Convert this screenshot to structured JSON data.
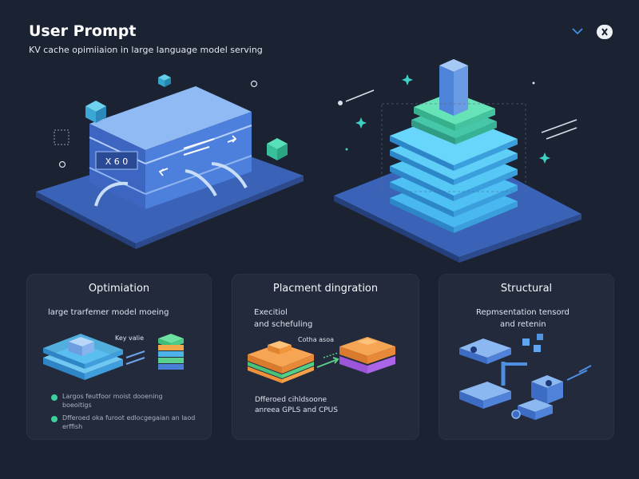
{
  "header": {
    "title": "User Prompt",
    "subtitle": "KV cache opimiiaion in large language model serving"
  },
  "hero": {
    "server_label": "X 6 0"
  },
  "cards": [
    {
      "title": "Optimiation",
      "description": "large trarfemer model moeing",
      "annotation": "Key valie",
      "bullets": [
        "Largos feutfoor moist dooening boeoitigs",
        "Dfferoed oka furoot edlocgegaian an laod erffish"
      ]
    },
    {
      "title": "Placment dingration",
      "description_lines": [
        "Execitiol",
        "and schefuling"
      ],
      "annotation": "Cotha asoa",
      "footer_lines": [
        "Dfferoed cihldsoone",
        "anreea GPLS and CPUS"
      ]
    },
    {
      "title": "Structural",
      "description_lines": [
        "Repmsentation tensord",
        "and retenin"
      ]
    }
  ],
  "colors": {
    "background": "#1b2232",
    "card": "#222a3b",
    "accent_blue": "#4f8fe0",
    "accent_teal": "#3ccf9c",
    "accent_orange": "#f08a3c",
    "accent_purple": "#9a55d8"
  },
  "icons": {
    "chevron": "chevron-down-icon",
    "close": "close-icon"
  }
}
